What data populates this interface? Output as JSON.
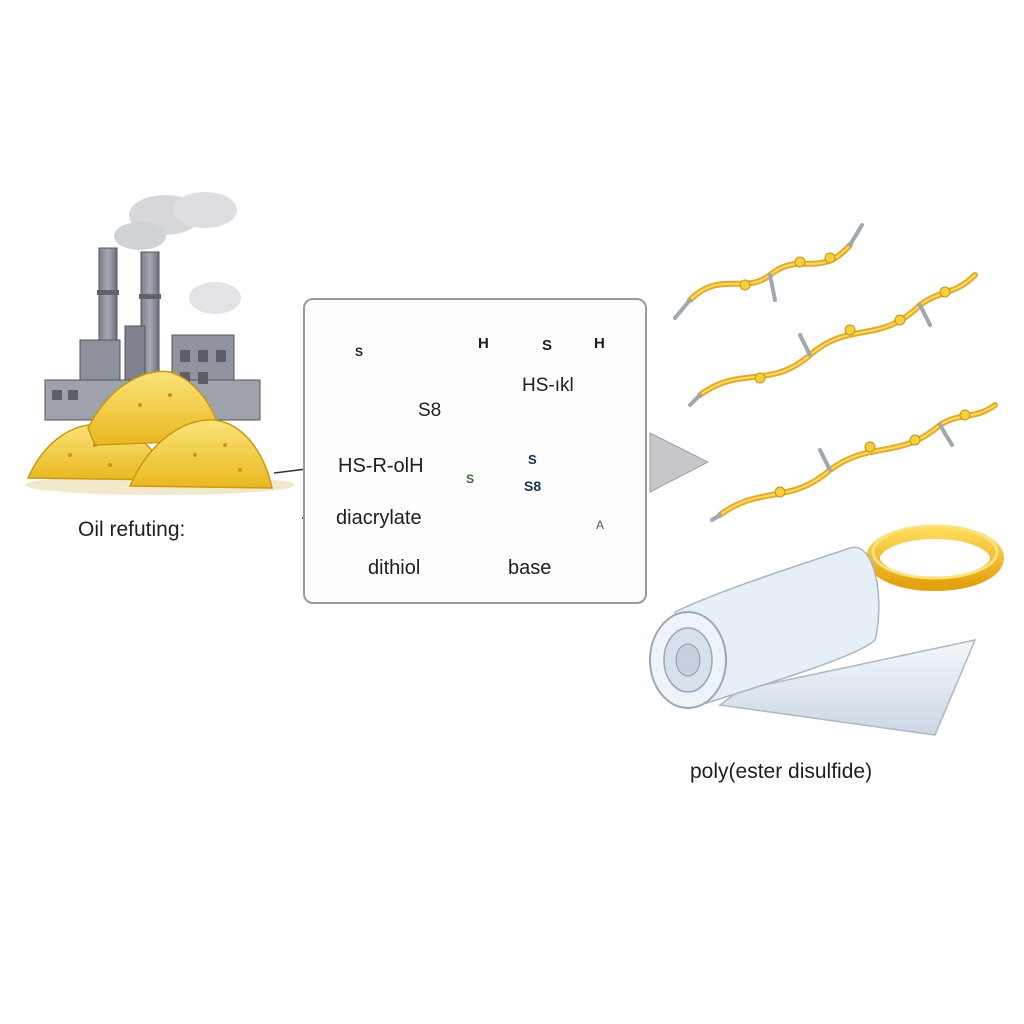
{
  "left_label": "Oil refuting:",
  "right_label": "poly(ester disulfide)",
  "panel": {
    "s8_ring_label": "S",
    "chain_letters": [
      "H",
      "S",
      "H"
    ],
    "s8_label": "S8",
    "hs_top_label": "HS-ıkl",
    "hs_r_label": "HS-R-olH",
    "diacrylate_label": "diacrylate",
    "dithiol_label": "dithiol",
    "base_label": "base",
    "vial_upper_label": "S",
    "vial_lower_label": "S8",
    "flask_label": "A",
    "small_s_label": "S"
  },
  "colors": {
    "sulfur": "#f2c930",
    "factory": "#8a8f99",
    "vial": "#4f9ad8",
    "film": "#dfe8f2",
    "ring": "#f0b81c",
    "panel_border": "#9a9a9a"
  },
  "icons": [
    "factory-icon",
    "sulfur-pile-icon",
    "s8-ring-icon",
    "vial-icon",
    "flask-icon",
    "polymer-chain-icon",
    "film-roll-icon",
    "ring-icon",
    "arrow-icon"
  ]
}
